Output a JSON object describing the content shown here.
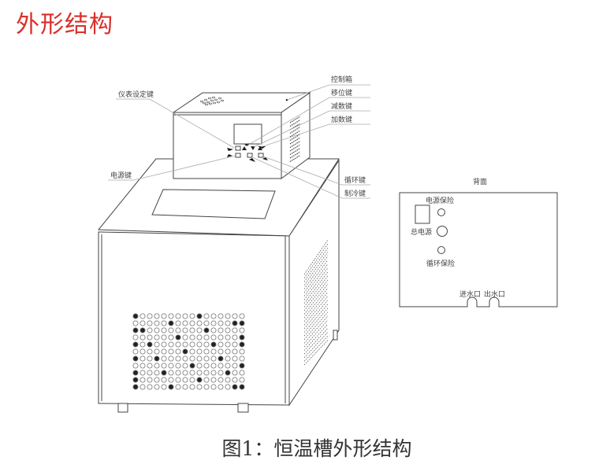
{
  "heading": "外形结构",
  "caption": "图1：恒温槽外形结构",
  "labels": {
    "meter_set_key": "仪表设定键",
    "power_key": "电源键",
    "control_box": "控制箱",
    "shift_key": "移位键",
    "decrease_key": "减数键",
    "increase_key": "加数键",
    "circulation_key": "循环键",
    "cooling_key": "制冷键"
  },
  "rear": {
    "title": "背面",
    "power_fuse": "电源保险",
    "main_power": "总电源",
    "circulation_fuse": "循环保险",
    "water_inlet": "进水口",
    "water_outlet": "出水口"
  }
}
